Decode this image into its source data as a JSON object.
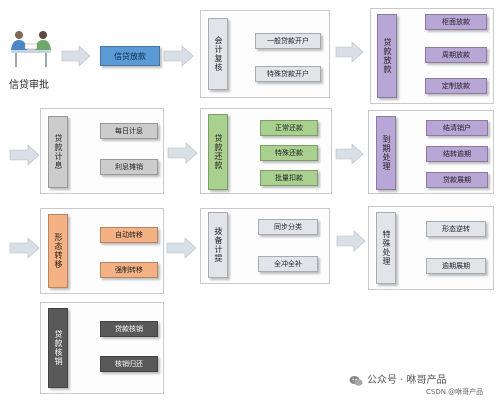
{
  "start": {
    "label": "信贷审批"
  },
  "step1": {
    "label": "信贷放款"
  },
  "review": {
    "title": "会计复核",
    "items": [
      "一般贷款开户",
      "特殊贷款开户"
    ]
  },
  "disburse": {
    "title": "贷款放款",
    "items": [
      "柜面放款",
      "周期放款",
      "定制放款"
    ]
  },
  "interest": {
    "title": "贷款计息",
    "items": [
      "每日计息",
      "利息摊销"
    ]
  },
  "repay": {
    "title": "贷款还款",
    "items": [
      "正常还款",
      "特殊还款",
      "批量扣款"
    ]
  },
  "maturity": {
    "title": "到期处理",
    "items": [
      "结清销户",
      "结转逾期",
      "贷款展期"
    ]
  },
  "transfer": {
    "title": "形态转移",
    "items": [
      "自动转移",
      "强制转移"
    ]
  },
  "provision": {
    "title": "拨备计提",
    "items": [
      "同步分类",
      "全冲全补"
    ]
  },
  "special": {
    "title": "特殊处理",
    "items": [
      "形态逆转",
      "逾期展期"
    ]
  },
  "writeoff": {
    "title": "贷款核销",
    "items": [
      "贷款核销",
      "核销归还"
    ]
  },
  "watermark": {
    "line1": "公众号 · 咻哥产品",
    "line2": "CSDN @咻哥产品"
  }
}
